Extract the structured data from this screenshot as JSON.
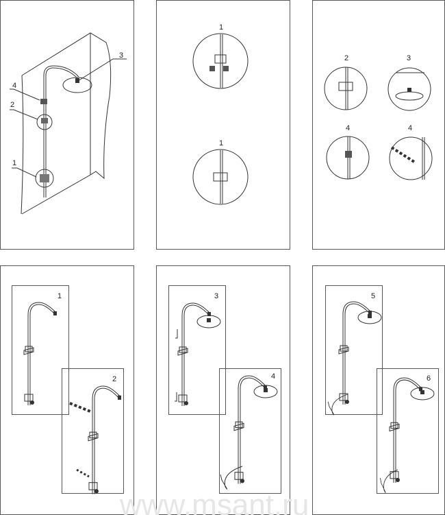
{
  "overview": {
    "callouts": [
      "1",
      "2",
      "3",
      "4"
    ]
  },
  "detail_valve": {
    "labels": [
      "1",
      "1"
    ]
  },
  "detail_parts": {
    "labels": [
      "2",
      "3",
      "4",
      "4"
    ]
  },
  "steps": [
    "1",
    "2",
    "3",
    "4",
    "5",
    "6"
  ],
  "watermark": "www.msant.ru"
}
